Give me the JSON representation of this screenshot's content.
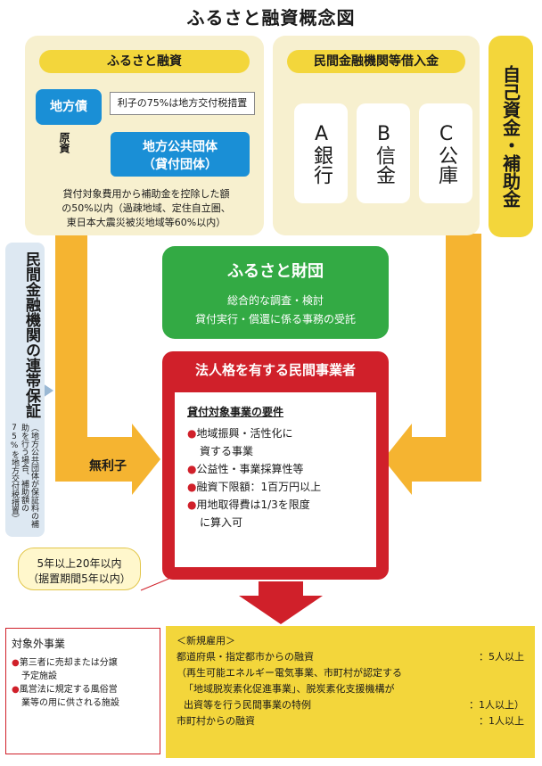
{
  "title": "ふるさと融資概念図",
  "furusato_loan": {
    "header": "ふるさと融資",
    "bond_label": "地方債",
    "interest_note": "利子の75%は地方交付税措置",
    "capital_label": "原資",
    "lender_line1": "地方公共団体",
    "lender_line2": "（貸付団体）",
    "limit_note_1": "貸付対象費用から補助金を控除した額",
    "limit_note_2": "の50%以内（過疎地域、定住自立圏、",
    "limit_note_3": "東日本大震災被災地域等60%以内）"
  },
  "private_loans": {
    "header": "民間金融機関等借入金",
    "banks": [
      "A銀行",
      "B信金",
      "C公庫"
    ]
  },
  "own_funds": "自己資金・補助金",
  "guarantee": {
    "title": "民間金融機関の連帯保証",
    "note": "（地方公共団体が保証料の補助を行う場合、補助額の75%を地方交付税措置）"
  },
  "foundation": {
    "title": "ふるさと財団",
    "line1": "総合的な調査・検討",
    "line2": "貸付実行・償還に係る事務の受託"
  },
  "interest_free": "無利子",
  "term": {
    "line1": "5年以上20年以内",
    "line2": "（据置期間5年以内）"
  },
  "business": {
    "title": "法人格を有する民間事業者",
    "req_title": "貸付対象事業の要件",
    "req1a": "地域振興・活性化に",
    "req1b": "資する事業",
    "req2": "公益性・事業採算性等",
    "req3": "融資下限額：1百万円以上",
    "req4a": "用地取得費は1/3を限度",
    "req4b": "に算入可"
  },
  "excluded": {
    "title": "対象外事業",
    "item1a": "第三者に売却または分譲",
    "item1b": "予定施設",
    "item2a": "風営法に規定する風俗営",
    "item2b": "業等の用に供される施設"
  },
  "employment": {
    "header": "＜新規雇用＞",
    "row1_label": "都道府県・指定都市からの融資",
    "row1_value": "：5人以上",
    "row2_line1": "（再生可能エネルギー電気事業、市町村が認定する",
    "row2_line2": "「地域脱炭素化促進事業」、脱炭素化支援機構が",
    "row2_line3": "出資等を行う民間事業の特例",
    "row2_value": "：1人以上）",
    "row3_label": "市町村からの融資",
    "row3_value": "：1人以上"
  },
  "colors": {
    "panel": "#f7f0cf",
    "yellow": "#f3d63b",
    "blue": "#1a8fd6",
    "green": "#33aa44",
    "red": "#d0202a",
    "arrow": "#f5b431",
    "guarantee_bg": "#dde8f2"
  }
}
